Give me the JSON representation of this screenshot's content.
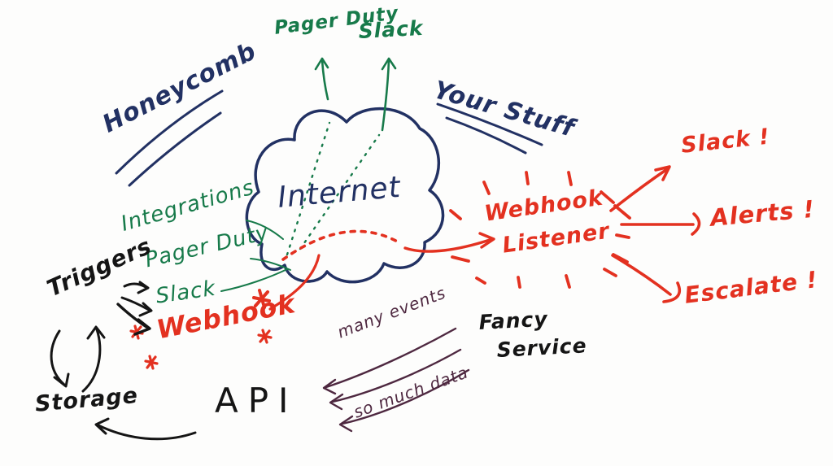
{
  "colors": {
    "navy": "#223163",
    "green": "#177a4a",
    "red": "#e33120",
    "black": "#151515",
    "plum": "#4e2840",
    "background": "#fdfdfc"
  },
  "zones": {
    "left_title": "Honeycomb",
    "right_title": "Your Stuff"
  },
  "cloud": {
    "label": "Internet"
  },
  "cloud_outputs": {
    "pager_duty": "Pager Duty",
    "slack": "Slack"
  },
  "integrations": {
    "title": "Integrations",
    "pager_duty": "Pager Duty",
    "slack": "Slack",
    "webhook": "Webhook"
  },
  "pipeline": {
    "triggers": "Triggers",
    "storage": "Storage",
    "api": "API",
    "flow_label_top": "many events",
    "flow_label_bottom": "so much data",
    "fancy_service_line1": "Fancy",
    "fancy_service_line2": "Service"
  },
  "listener": {
    "line1": "Webhook",
    "line2": "Listener"
  },
  "alert_outputs": {
    "slack": "Slack !",
    "alerts": "Alerts !",
    "escalate": "Escalate !"
  }
}
